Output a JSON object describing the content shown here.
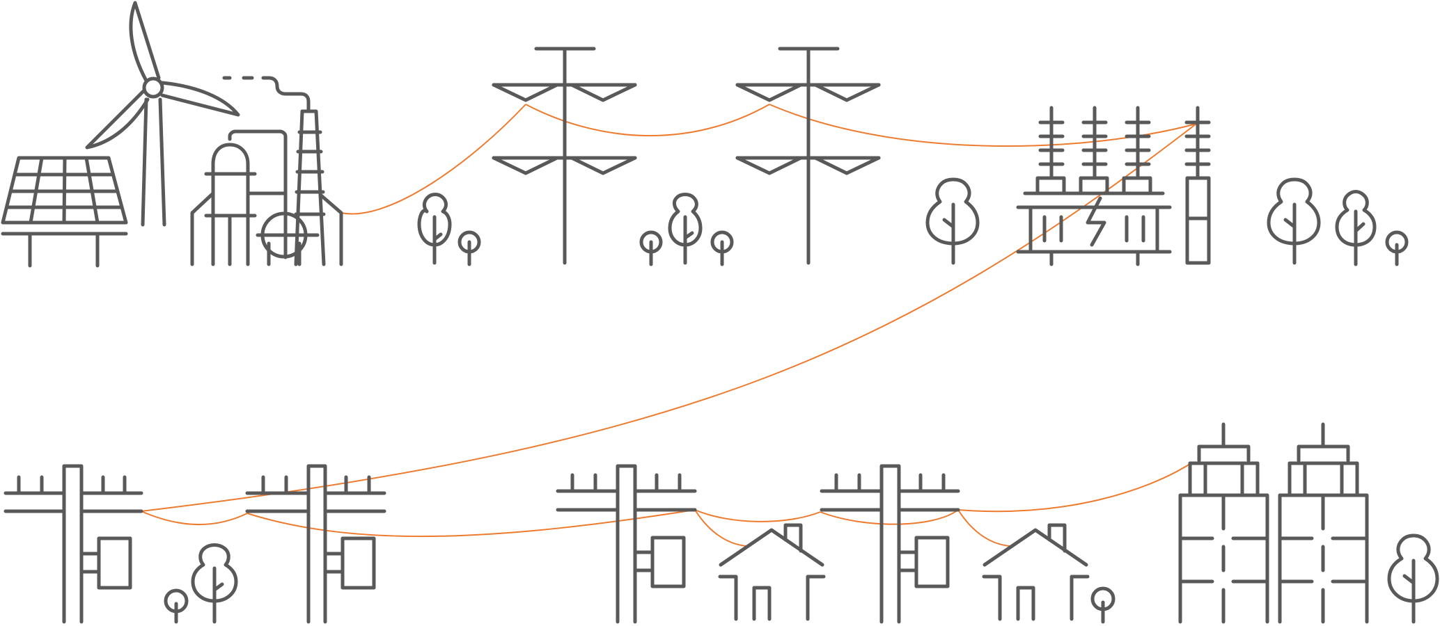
{
  "diagram": {
    "style": "line illustration",
    "colors": {
      "line": "#595959",
      "wire": "#ee7a2e",
      "background": "#ffffff"
    },
    "sections": {
      "generation": [
        "solar-panel",
        "wind-turbine",
        "power-plant"
      ],
      "transmission": [
        "transmission-tower",
        "transmission-tower"
      ],
      "substation": [
        "substation"
      ],
      "distribution": [
        "utility-pole",
        "utility-pole",
        "utility-pole",
        "utility-pole"
      ],
      "consumers": [
        "house",
        "house",
        "apartment-building",
        "apartment-building"
      ],
      "decor": [
        "tree"
      ]
    }
  }
}
